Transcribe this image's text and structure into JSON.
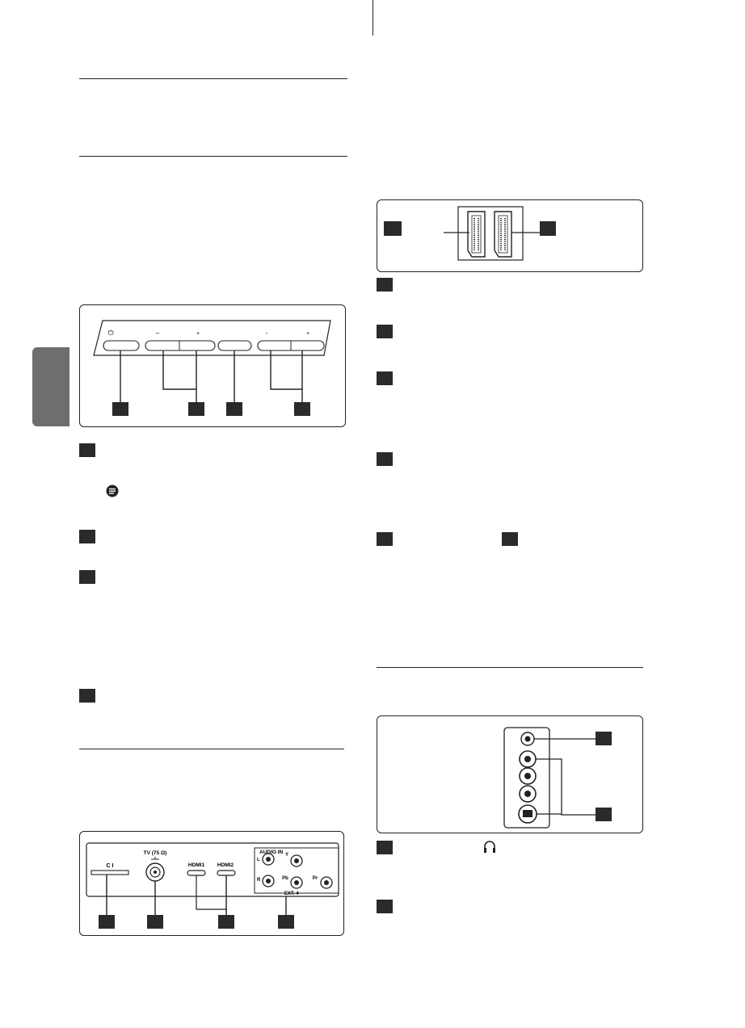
{
  "controls_panel": {
    "power_symbol": "⏻",
    "minus_symbol": "–",
    "plus_symbol": "+",
    "minus_symbol_2": "-",
    "plus_symbol_2": "+"
  },
  "side_panel": {
    "ci_label": "C I",
    "tv_label": "TV (75 Ω)",
    "hdmi1_label": "HDMI1",
    "hdmi2_label": "HDMI2",
    "audio_in_label": "AUDIO IN",
    "audio_l": "L",
    "audio_r": "R",
    "y_label": "Y",
    "pb_label": "Pb",
    "pr_label": "Pr",
    "ext4_label": "EXT. 4"
  },
  "icons": {
    "note": "note-icon",
    "headphone": "headphone-icon",
    "power": "power-icon",
    "scart": "scart-connector-icon",
    "antenna": "antenna-icon"
  },
  "colors": {
    "ink": "#222222",
    "tab": "#6e6e6e",
    "marker": "#2a2a2a"
  }
}
